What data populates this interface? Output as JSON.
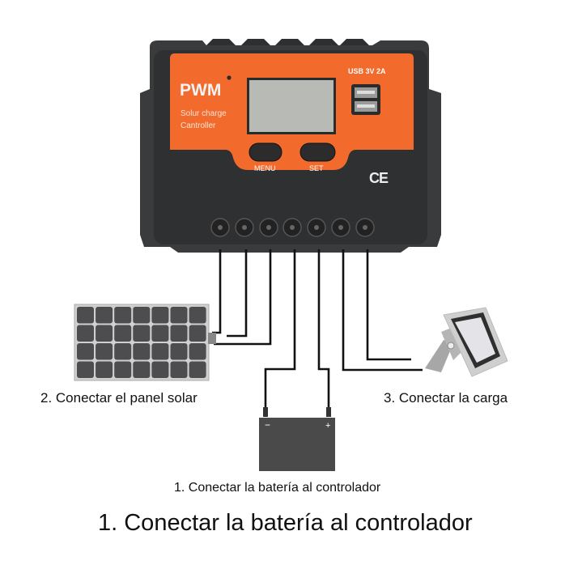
{
  "controller": {
    "brand": "PWM",
    "subtitle_line1": "Solur charge",
    "subtitle_line2": "Cantroller",
    "usb_label": "USB 3V 2A",
    "button_menu": "MENU",
    "button_set": "SET",
    "cert_mark": "CE",
    "terminal_count": 7,
    "colors": {
      "face": "#f26a2c",
      "body": "#3a3b3d",
      "lcd": "#b8bab5"
    }
  },
  "labels": {
    "panel": "2. Conectar el panel solar",
    "load": "3. Conectar la carga",
    "battery_small": "1. Conectar la batería al controlador",
    "caption": "1. Conectar la batería al controlador"
  },
  "battery": {
    "minus": "−",
    "plus": "+"
  }
}
